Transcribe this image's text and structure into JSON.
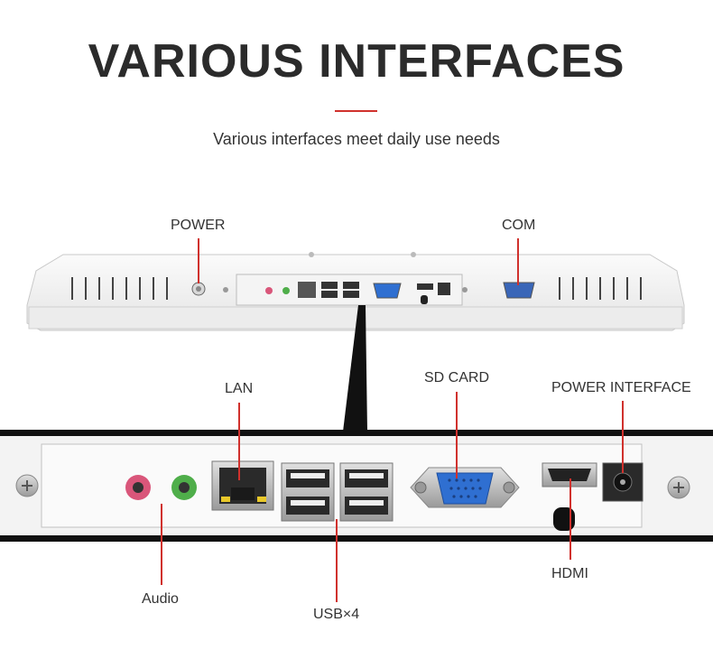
{
  "header": {
    "title": "VARIOUS INTERFACES",
    "subtitle": "Various interfaces meet daily use needs"
  },
  "top_view_labels": {
    "power": "POWER",
    "com": "COM"
  },
  "detail_labels": {
    "lan": "LAN",
    "sd_card": "SD CARD",
    "power_interface": "POWER INTERFACE",
    "audio": "Audio",
    "usb": "USB×4",
    "hdmi": "HDMI"
  },
  "colors": {
    "accent": "#d0312d",
    "text": "#333333",
    "panel": "#f2f2f2",
    "vga_blue": "#2f6fd1",
    "audio_pink": "#d9567a",
    "audio_green": "#4fae4a"
  }
}
